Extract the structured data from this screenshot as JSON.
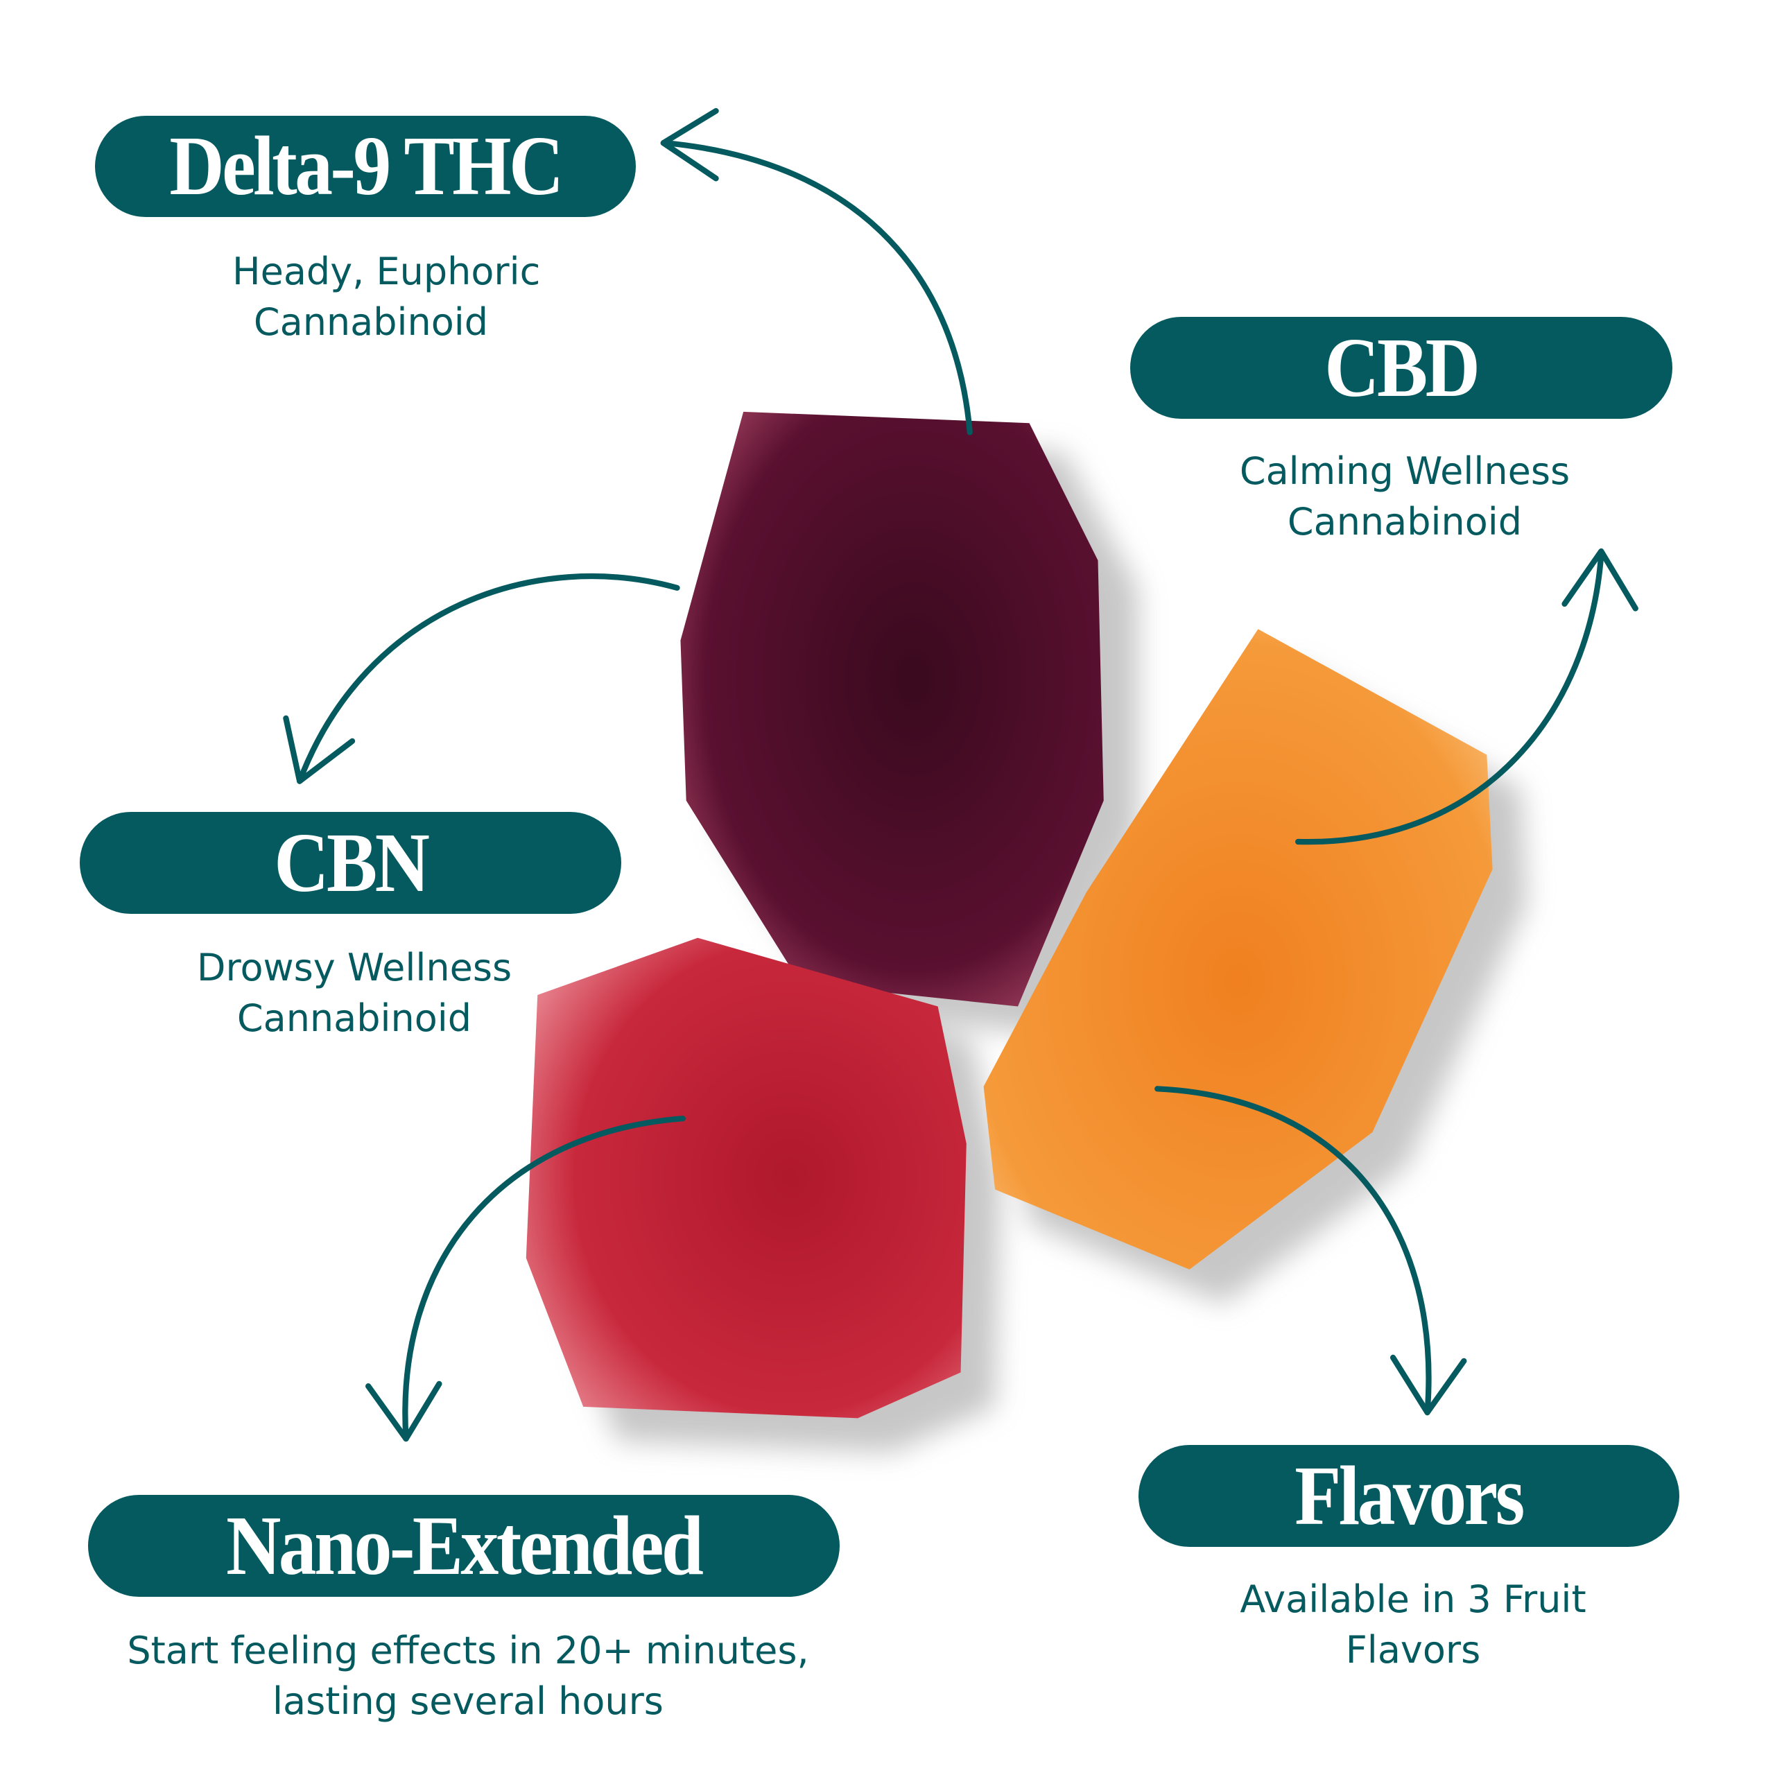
{
  "colors": {
    "accent": "#045a5f",
    "background": "#ffffff"
  },
  "features": [
    {
      "title": "Delta-9 THC",
      "lines": [
        "Heady, Euphoric",
        "Cannabinoid"
      ]
    },
    {
      "title": "CBD",
      "lines": [
        "Calming Wellness",
        "Cannabinoid"
      ]
    },
    {
      "title": "CBN",
      "lines": [
        "Drowsy Wellness",
        "Cannabinoid"
      ]
    },
    {
      "title": "Nano-Extended",
      "lines": [
        "Start feeling effects in 20+ minutes,",
        "lasting several hours"
      ]
    },
    {
      "title": "Flavors",
      "lines": [
        "Available in 3 Fruit",
        "Flavors"
      ]
    }
  ]
}
